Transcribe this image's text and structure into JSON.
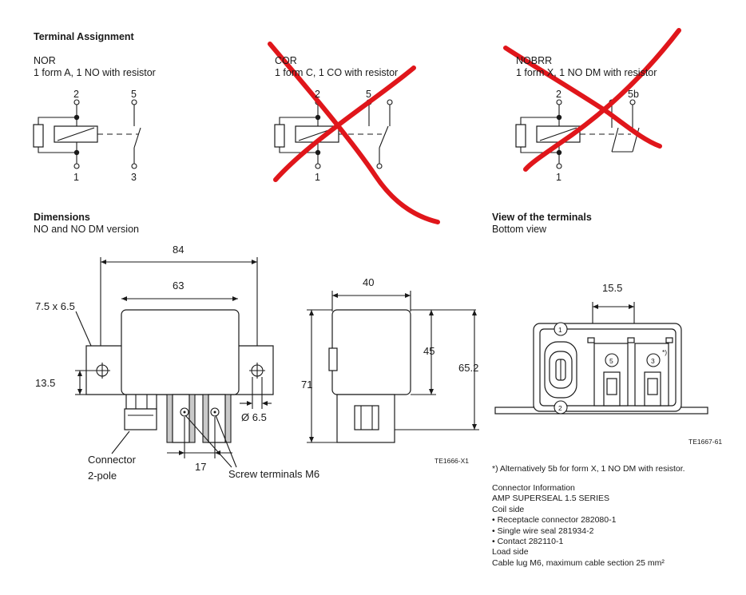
{
  "terminal_assignment": {
    "heading": "Terminal Assignment",
    "nor": {
      "name": "NOR",
      "desc": "1 form A, 1 NO with resistor",
      "t2": "2",
      "t5": "5",
      "t1": "1",
      "t3": "3"
    },
    "cor": {
      "name": "COR",
      "desc": "1 form C, 1 CO with resistor",
      "t2": "2",
      "t5": "5",
      "t1": "1"
    },
    "nobrr": {
      "name": "NOBRR",
      "desc": "1 form X, 1 NO DM with resistor",
      "t2": "2",
      "t5b": "5b",
      "t1": "1"
    }
  },
  "dimensions": {
    "heading": "Dimensions",
    "subtitle": "NO and NO DM version",
    "d84": "84",
    "d63": "63",
    "hole": "7.5 x 6.5",
    "d13_5": "13.5",
    "d40": "40",
    "d45": "45",
    "d71": "71",
    "d65_2": "65.2",
    "phi": "Ø 6.5",
    "d17": "17",
    "connector": "Connector",
    "connector_pole": "2-pole",
    "screw": "Screw terminals M6",
    "fig_id": "TE1666-X1"
  },
  "terminals_view": {
    "heading": "View of the terminals",
    "subtitle": "Bottom view",
    "d15_5": "15.5",
    "pin1": "1",
    "pin2": "2",
    "pin5": "5",
    "pin3": "3",
    "star": "*)",
    "fig_id": "TE1667-61"
  },
  "footnote": "*) Alternatively 5b for form X, 1 NO DM with resistor.",
  "connector_info": {
    "title": "Connector Information",
    "series": "AMP SUPERSEAL 1.5 SERIES",
    "coil_side": "Coil side",
    "receptacle": "• Receptacle connector 282080-1",
    "seal": "• Single wire seal 281934-2",
    "contact": "• Contact 282110-1",
    "load_side": "Load side",
    "cable": "Cable lug M6, maximum cable section 25 mm²"
  },
  "colors": {
    "annotation_red": "#e0161b",
    "ink": "#1a1a1a"
  }
}
